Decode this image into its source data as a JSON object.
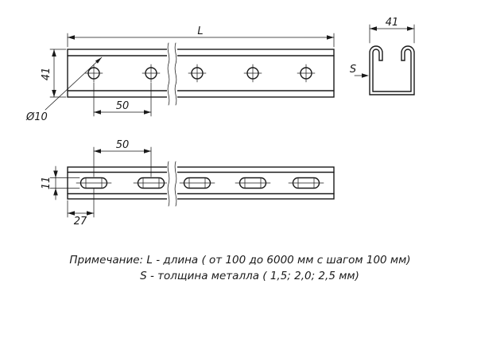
{
  "colors": {
    "ink": "#1a1a1a",
    "background": "#ffffff"
  },
  "drawing": {
    "top_view": {
      "dim_length": "L",
      "dim_height": "41",
      "hole_diameter": "Ø10",
      "dim_hole_spacing": "50"
    },
    "section_view": {
      "dim_width": "41",
      "thickness_label": "S"
    },
    "bottom_view": {
      "dim_slot_spacing": "50",
      "dim_slot_height": "11",
      "dim_end_offset": "27"
    },
    "notes": {
      "line1": "Примечание: L - длина ( от 100 до 6000 мм с шагом 100 мм)",
      "line2": "S - толщина металла ( 1,5; 2,0; 2,5 мм)"
    }
  }
}
